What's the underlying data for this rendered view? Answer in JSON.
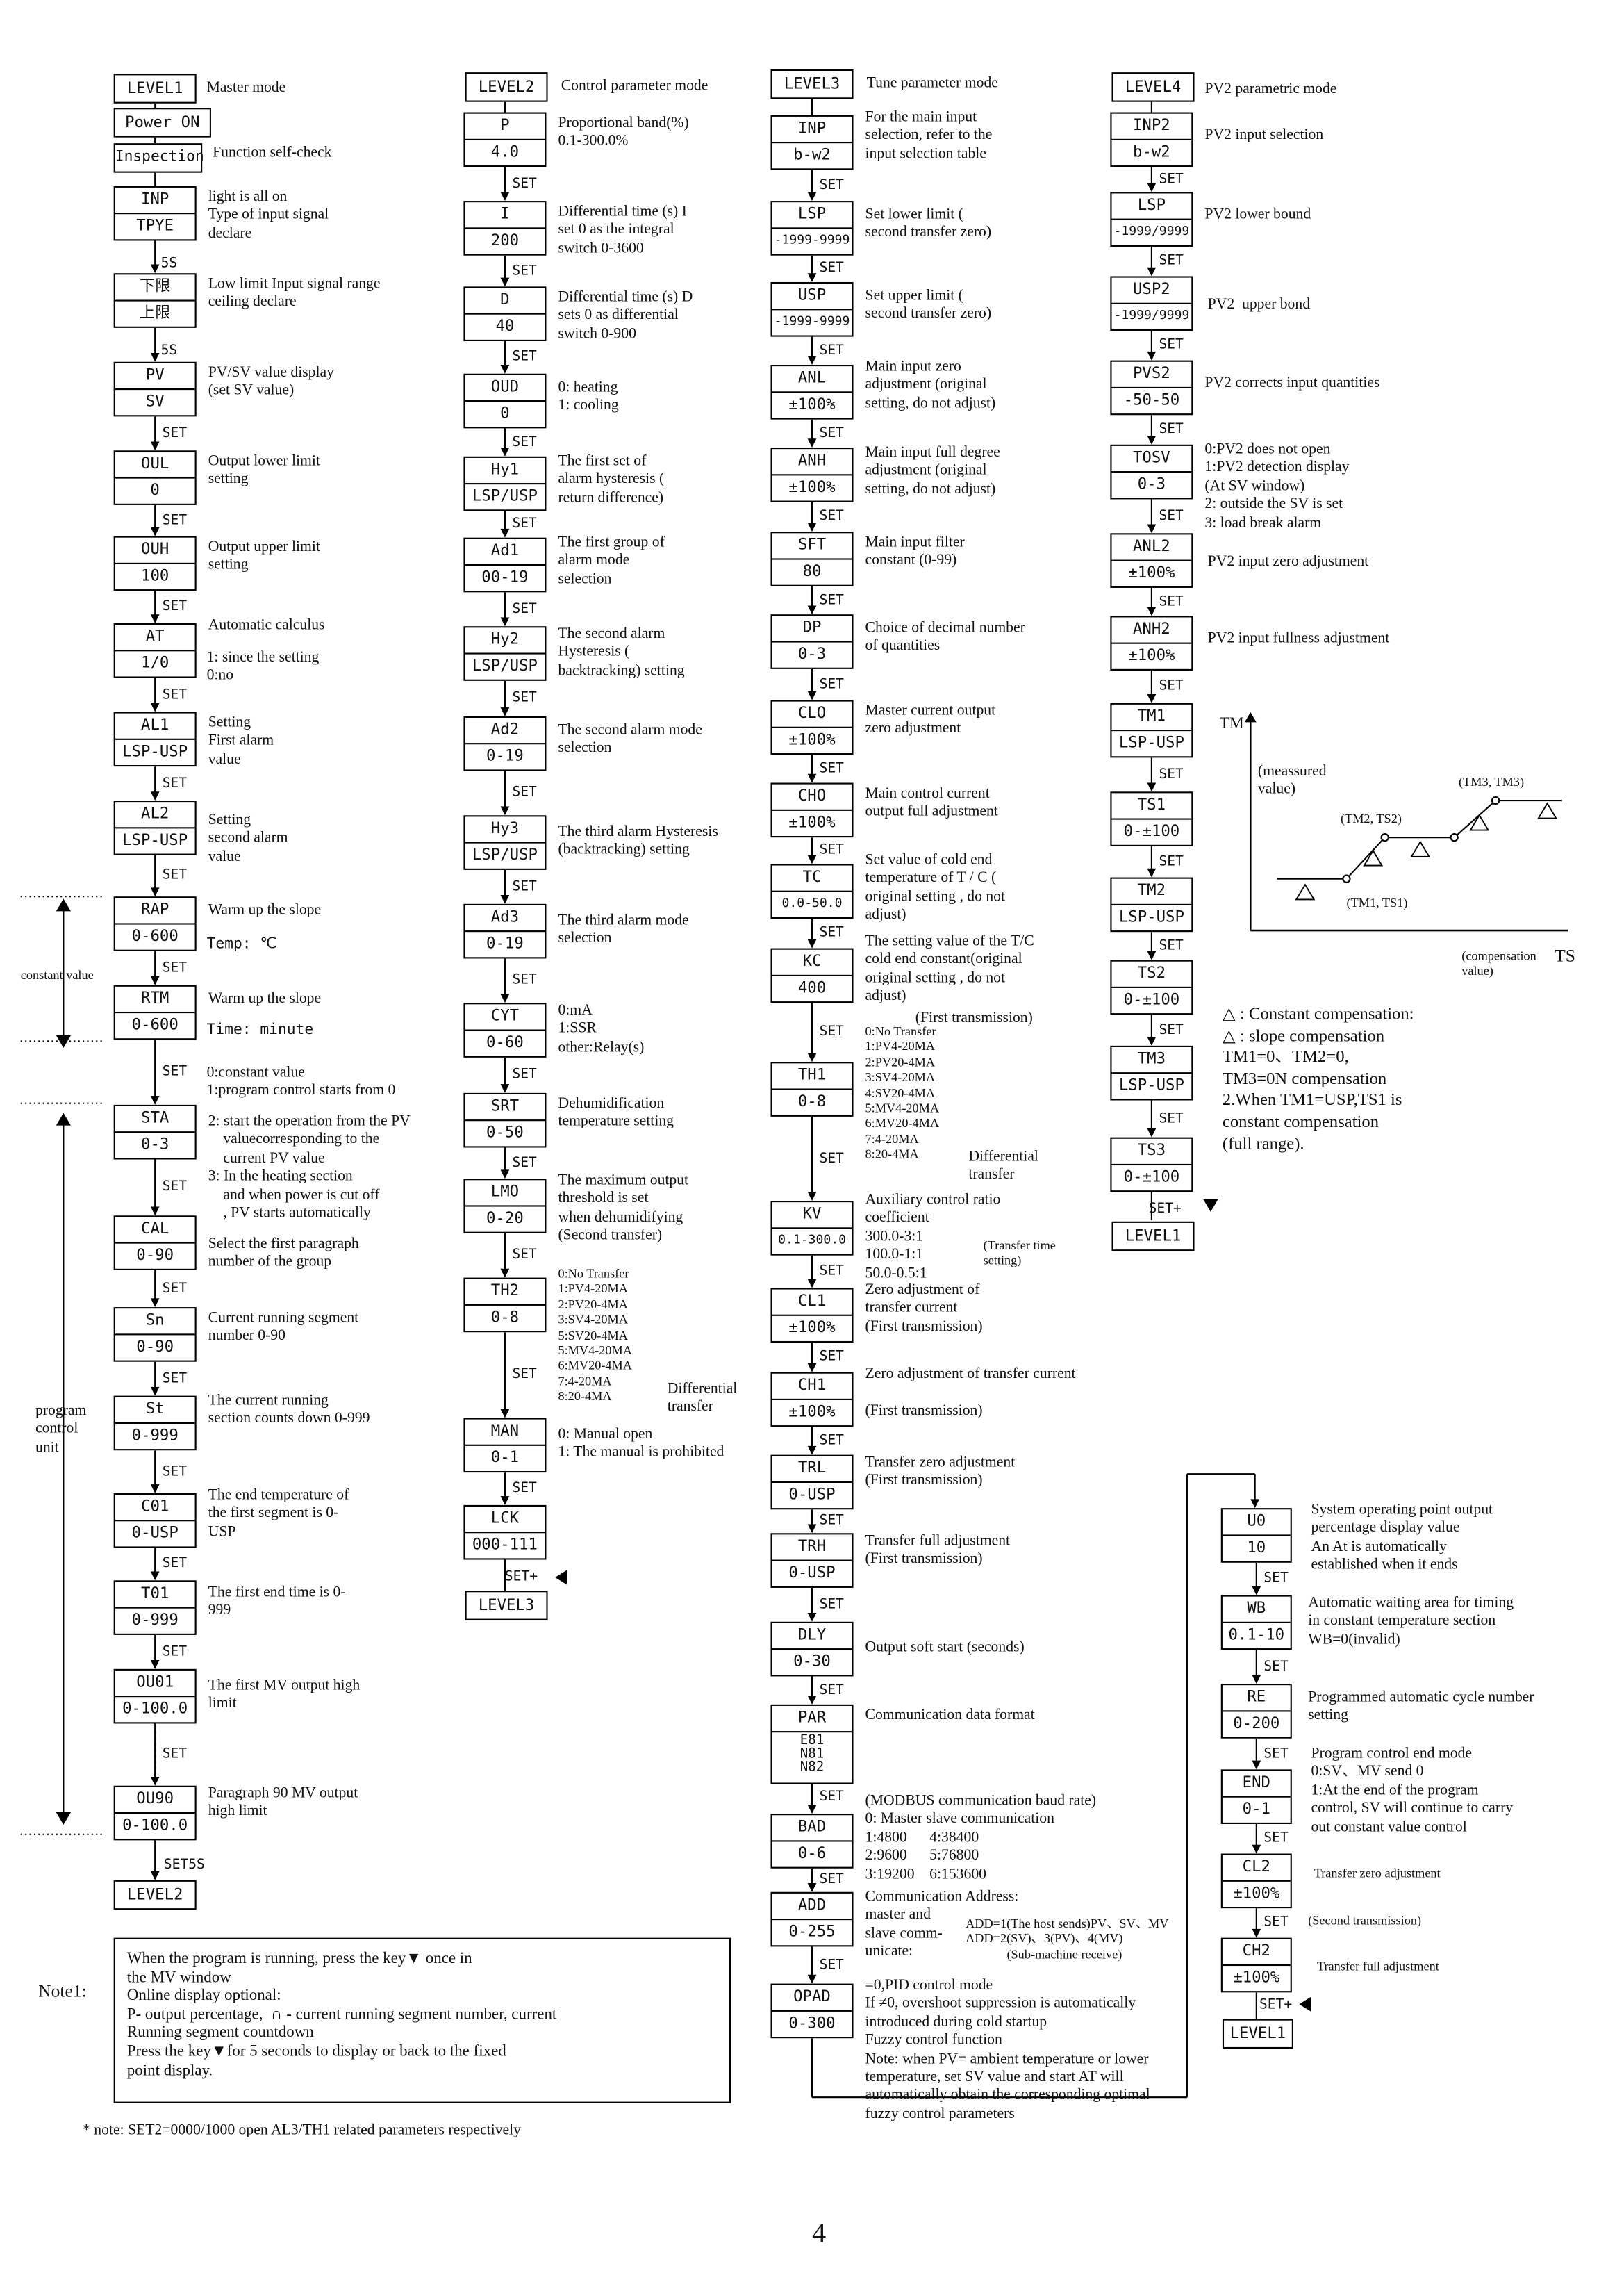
{
  "col1": {
    "level": "LEVEL1",
    "level_desc": "Master mode",
    "power_on": "Power ON",
    "inspection": "Inspection",
    "inspection_desc": "Function self-check",
    "inp": {
      "top": "INP",
      "bottom": "TPYE",
      "desc": "light is all on\nType of input signal\ndeclare"
    },
    "s5a": "5S",
    "limits": {
      "top": "下限",
      "bottom": "上限",
      "desc": "Low limit Input signal range\nceiling declare"
    },
    "s5b": "5S",
    "pv": {
      "top": "PV",
      "bottom": "SV",
      "desc": "PV/SV value display\n(set SV value)"
    },
    "oul": {
      "top": "OUL",
      "bottom": "0",
      "desc": "Output lower limit\nsetting"
    },
    "ouh": {
      "top": "OUH",
      "bottom": "100",
      "desc": "Output upper limit\nsetting"
    },
    "at": {
      "top": "AT",
      "bottom": "1/0",
      "desc": "Automatic calculus",
      "desc2": "1: since the setting\n0:no"
    },
    "al1": {
      "top": "AL1",
      "bottom": "LSP-USP",
      "desc": "Setting\nFirst alarm\nvalue"
    },
    "al2": {
      "top": "AL2",
      "bottom": "LSP-USP",
      "desc": "Setting\nsecond alarm\nvalue"
    },
    "rap": {
      "top": "RAP",
      "bottom": "0-600",
      "desc": "Warm up the slope",
      "desc2": "Temp: ℃"
    },
    "rtm": {
      "top": "RTM",
      "bottom": "0-600",
      "desc": "Warm up the slope",
      "desc2": "Time: minute"
    },
    "constant_value": "constant value",
    "sta_pre": "0:constant value\n1:program control starts from 0",
    "sta": {
      "top": "STA",
      "bottom": "0-3",
      "desc": "2: start the operation from the PV\n    valuecorresponding to the\n    current PV value\n3: In the heating section\n    and when power is cut off\n    , PV starts automatically"
    },
    "cal": {
      "top": "CAL",
      "bottom": "0-90",
      "desc": "Select the first paragraph\nnumber of the group"
    },
    "sn": {
      "top": "Sn",
      "bottom": "0-90",
      "desc": "Current running segment\nnumber 0-90"
    },
    "program_control_unit": "program\ncontrol\nunit",
    "st": {
      "top": "St",
      "bottom": "0-999",
      "desc": "The current running\nsection counts down 0-999"
    },
    "c01": {
      "top": "C01",
      "bottom": "0-USP",
      "desc": "The end temperature of\nthe first segment is 0-\nUSP"
    },
    "t01": {
      "top": "T01",
      "bottom": "0-999",
      "desc": "The first end time is 0-\n999"
    },
    "ou01": {
      "top": "OU01",
      "bottom": "0-100.0",
      "desc": "The first MV output high\nlimit"
    },
    "ou90": {
      "top": "OU90",
      "bottom": "0-100.0",
      "desc": "Paragraph 90 MV output\nhigh limit"
    },
    "set5s": "SET5S",
    "end": "LEVEL2"
  },
  "col2": {
    "level": "LEVEL2",
    "level_desc": "Control parameter mode",
    "p": {
      "top": "P",
      "bottom": "4.0",
      "desc": "Proportional band(%)\n0.1-300.0%"
    },
    "i": {
      "top": "I",
      "bottom": "200",
      "desc": "Differential time (s) I\nset 0 as the integral\nswitch 0-3600"
    },
    "d": {
      "top": "D",
      "bottom": "40",
      "desc": "Differential time (s) D\nsets 0 as differential\nswitch 0-900"
    },
    "oud": {
      "top": "OUD",
      "bottom": "0",
      "desc": "0: heating\n1: cooling"
    },
    "hy1": {
      "top": "Hy1",
      "bottom": "LSP/USP",
      "desc": "The first set of\nalarm hysteresis (\nreturn difference)"
    },
    "ad1": {
      "top": "Ad1",
      "bottom": "00-19",
      "desc": "The first group of\nalarm mode\nselection"
    },
    "hy2": {
      "top": "Hy2",
      "bottom": "LSP/USP",
      "desc": "The second alarm\nHysteresis (\nbacktracking) setting"
    },
    "ad2": {
      "top": "Ad2",
      "bottom": "0-19",
      "desc": "The second alarm mode\nselection"
    },
    "hy3": {
      "top": "Hy3",
      "bottom": "LSP/USP",
      "desc": "The third alarm Hysteresis\n(backtracking) setting"
    },
    "ad3": {
      "top": "Ad3",
      "bottom": "0-19",
      "desc": "The third alarm mode\nselection"
    },
    "cyt": {
      "top": "CYT",
      "bottom": "0-60",
      "desc": "0:mA\n1:SSR\nother:Relay(s)"
    },
    "srt": {
      "top": "SRT",
      "bottom": "0-50",
      "desc": "Dehumidification\ntemperature setting"
    },
    "lmo": {
      "top": "LMO",
      "bottom": "0-20",
      "desc": "The maximum output\nthreshold is set\nwhen dehumidifying\n(Second transfer)"
    },
    "th2": {
      "top": "TH2",
      "bottom": "0-8",
      "desc": "0:No Transfer\n1:PV4-20MA\n2:PV20-4MA\n3:SV4-20MA\n5:SV20-4MA\n5:MV4-20MA\n6:MV20-4MA\n7:4-20MA\n8:20-4MA",
      "desc2": "Differential\ntransfer"
    },
    "man": {
      "top": "MAN",
      "bottom": "0-1",
      "desc": "0: Manual open\n1: The manual is prohibited"
    },
    "lck": {
      "top": "LCK",
      "bottom": "000-111"
    },
    "setplus": "SET+",
    "end": "LEVEL3"
  },
  "col3": {
    "level": "LEVEL3",
    "level_desc": "Tune parameter mode",
    "inp": {
      "top": "INP",
      "bottom": "b-w2",
      "desc": "For the main input\nselection, refer to the\ninput selection table"
    },
    "lsp": {
      "top": "LSP",
      "bottom": "-1999-9999",
      "desc": "Set lower limit (\nsecond transfer zero)"
    },
    "usp": {
      "top": "USP",
      "bottom": "-1999-9999",
      "desc": "Set upper limit (\nsecond transfer zero)"
    },
    "anl": {
      "top": "ANL",
      "bottom": "±100%",
      "desc": "Main input zero\nadjustment (original\nsetting, do not adjust)"
    },
    "anh": {
      "top": "ANH",
      "bottom": "±100%",
      "desc": "Main input full degree\nadjustment (original\nsetting, do not adjust)"
    },
    "sft": {
      "top": "SFT",
      "bottom": "80",
      "desc": "Main input filter\nconstant (0-99)"
    },
    "dp": {
      "top": "DP",
      "bottom": "0-3",
      "desc": "Choice of decimal number\nof quantities"
    },
    "clo": {
      "top": "CLO",
      "bottom": "±100%",
      "desc": "Master current output\nzero adjustment"
    },
    "cho": {
      "top": "CHO",
      "bottom": "±100%",
      "desc": "Main control current\noutput full adjustment"
    },
    "tc": {
      "top": "TC",
      "bottom": "0.0-50.0",
      "desc": "Set value of cold end\ntemperature of T / C (\noriginal setting , do not\nadjust)"
    },
    "kc": {
      "top": "KC",
      "bottom": "400",
      "desc": "The setting value of the T/C\ncold end constant(original\noriginal setting , do not\nadjust)"
    },
    "first_transmission": "(First transmission)",
    "th1": {
      "top": "TH1",
      "bottom": "0-8",
      "desc": "0:No Transfer\n1:PV4-20MA\n2:PV20-4MA\n3:SV4-20MA\n4:SV20-4MA\n5:MV4-20MA\n6:MV20-4MA\n7:4-20MA\n8:20-4MA",
      "desc2": "Differential\ntransfer"
    },
    "kv": {
      "top": "KV",
      "bottom": "0.1-300.0",
      "desc": "Auxiliary control ratio\ncoefficient\n300.0-3:1\n100.0-1:1\n50.0-0.5:1",
      "desc2": "(Transfer time\nsetting)"
    },
    "cl1": {
      "top": "CL1",
      "bottom": "±100%",
      "desc": "Zero adjustment of\ntransfer current\n(First transmission)"
    },
    "ch1": {
      "top": "CH1",
      "bottom": "±100%",
      "desc": "Zero adjustment of transfer current\n\n(First transmission)"
    },
    "trl": {
      "top": "TRL",
      "bottom": "0-USP",
      "desc": "Transfer zero adjustment\n(First transmission)"
    },
    "trh": {
      "top": "TRH",
      "bottom": "0-USP",
      "desc": "Transfer full adjustment\n(First transmission)"
    },
    "dly": {
      "top": "DLY",
      "bottom": "0-30",
      "desc": "Output soft start (seconds)"
    },
    "par": {
      "top": "PAR",
      "bottom": "E81\nN81\nN82",
      "desc": "Communication data format"
    },
    "bad": {
      "top": "BAD",
      "bottom": "0-6",
      "desc": "(MODBUS communication baud rate)\n0: Master slave communication\n1:4800      4:38400\n2:9600      5:76800\n3:19200    6:153600"
    },
    "add": {
      "top": "ADD",
      "bottom": "0-255",
      "desc": "Communication Address:\nmaster and\nslave comm-\nunicate:",
      "desc2": "ADD=1(The host sends)PV、SV、MV\nADD=2(SV)、3(PV)、4(MV)\n             (Sub-machine receive)"
    },
    "opad": {
      "top": "OPAD",
      "bottom": "0-300",
      "desc": "=0,PID control mode\nIf ≠0, overshoot suppression is automatically\nintroduced during cold startup\nFuzzy control function\nNote: when PV= ambient temperature or lower\ntemperature, set SV value and start AT will\nautomatically obtain the corresponding optimal\nfuzzy control parameters"
    }
  },
  "col4": {
    "level": "LEVEL4",
    "level_desc": "PV2 parametric mode",
    "inp2": {
      "top": "INP2",
      "bottom": "b-w2",
      "desc": "PV2 input selection"
    },
    "lsp": {
      "top": "LSP",
      "bottom": "-1999/9999",
      "desc": "PV2 lower bound"
    },
    "usp2": {
      "top": "USP2",
      "bottom": "-1999/9999",
      "desc": "PV2  upper bond"
    },
    "pvs2": {
      "top": "PVS2",
      "bottom": "-50-50",
      "desc": "PV2 corrects input quantities"
    },
    "tosv": {
      "top": "TOSV",
      "bottom": "0-3",
      "desc": "0:PV2 does not open\n1:PV2 detection display\n(At SV window)\n2: outside the SV is set\n3: load break alarm"
    },
    "anl2": {
      "top": "ANL2",
      "bottom": "±100%",
      "desc": "PV2 input zero adjustment"
    },
    "anh2": {
      "top": "ANH2",
      "bottom": "±100%",
      "desc": "PV2 input fullness adjustment"
    },
    "tm1": {
      "top": "TM1",
      "bottom": "LSP-USP"
    },
    "ts1": {
      "top": "TS1",
      "bottom": "0-±100"
    },
    "tm2": {
      "top": "TM2",
      "bottom": "LSP-USP"
    },
    "ts2": {
      "top": "TS2",
      "bottom": "0-±100"
    },
    "tm3": {
      "top": "TM3",
      "bottom": "LSP-USP"
    },
    "ts3": {
      "top": "TS3",
      "bottom": "0-±100"
    },
    "setplus": "SET+",
    "end": "LEVEL1"
  },
  "graph": {
    "y_label": "TM",
    "measured": "(meassured\nvalue)",
    "tm3": "(TM3, TM3)",
    "tm2": "(TM2, TS2)",
    "tm1": "(TM1, TS1)",
    "x_label": "(compensation\nvalue)",
    "x_axis": "TS",
    "legend": "△ : Constant compensation:\n△ : slope compensation\nTM1=0、TM2=0,\nTM3=0N compensation\n2.When TM1=USP,TS1 is\nconstant compensation\n(full range)."
  },
  "col5": {
    "uo": {
      "top": "U0",
      "bottom": "10",
      "desc": "System operating point output\npercentage display value\nAn At is automatically\nestablished when it ends"
    },
    "wb": {
      "top": "WB",
      "bottom": "0.1-10",
      "desc": "Automatic waiting area for timing\nin constant temperature section\nWB=0(invalid)"
    },
    "re": {
      "top": "RE",
      "bottom": "0-200",
      "desc": "Programmed automatic cycle number\nsetting"
    },
    "end": {
      "top": "END",
      "bottom": "0-1",
      "desc": "Program control end mode\n0:SV、MV send 0\n1:At the end of the program\ncontrol, SV will continue to carry\nout constant value control"
    },
    "cl2": {
      "top": "CL2",
      "bottom": "±100%",
      "desc": "Transfer zero adjustment"
    },
    "second_transmission": "(Second transmission)",
    "ch2": {
      "top": "CH2",
      "bottom": "±100%",
      "desc": "Transfer full adjustment"
    },
    "setplus": "SET+",
    "level": "LEVEL1"
  },
  "set": "SET",
  "note1_label": "Note1:",
  "note1_text": "When the program is running, press the key▼ once in\nthe MV window\nOnline display optional:\nP- output percentage,  ∩ - current running segment number, current\nRunning segment countdown\nPress the key▼for 5 seconds to display or back to the fixed\npoint display.",
  "footnote": "* note: SET2=0000/1000 open AL3/TH1 related parameters respectively",
  "page_number": "4"
}
